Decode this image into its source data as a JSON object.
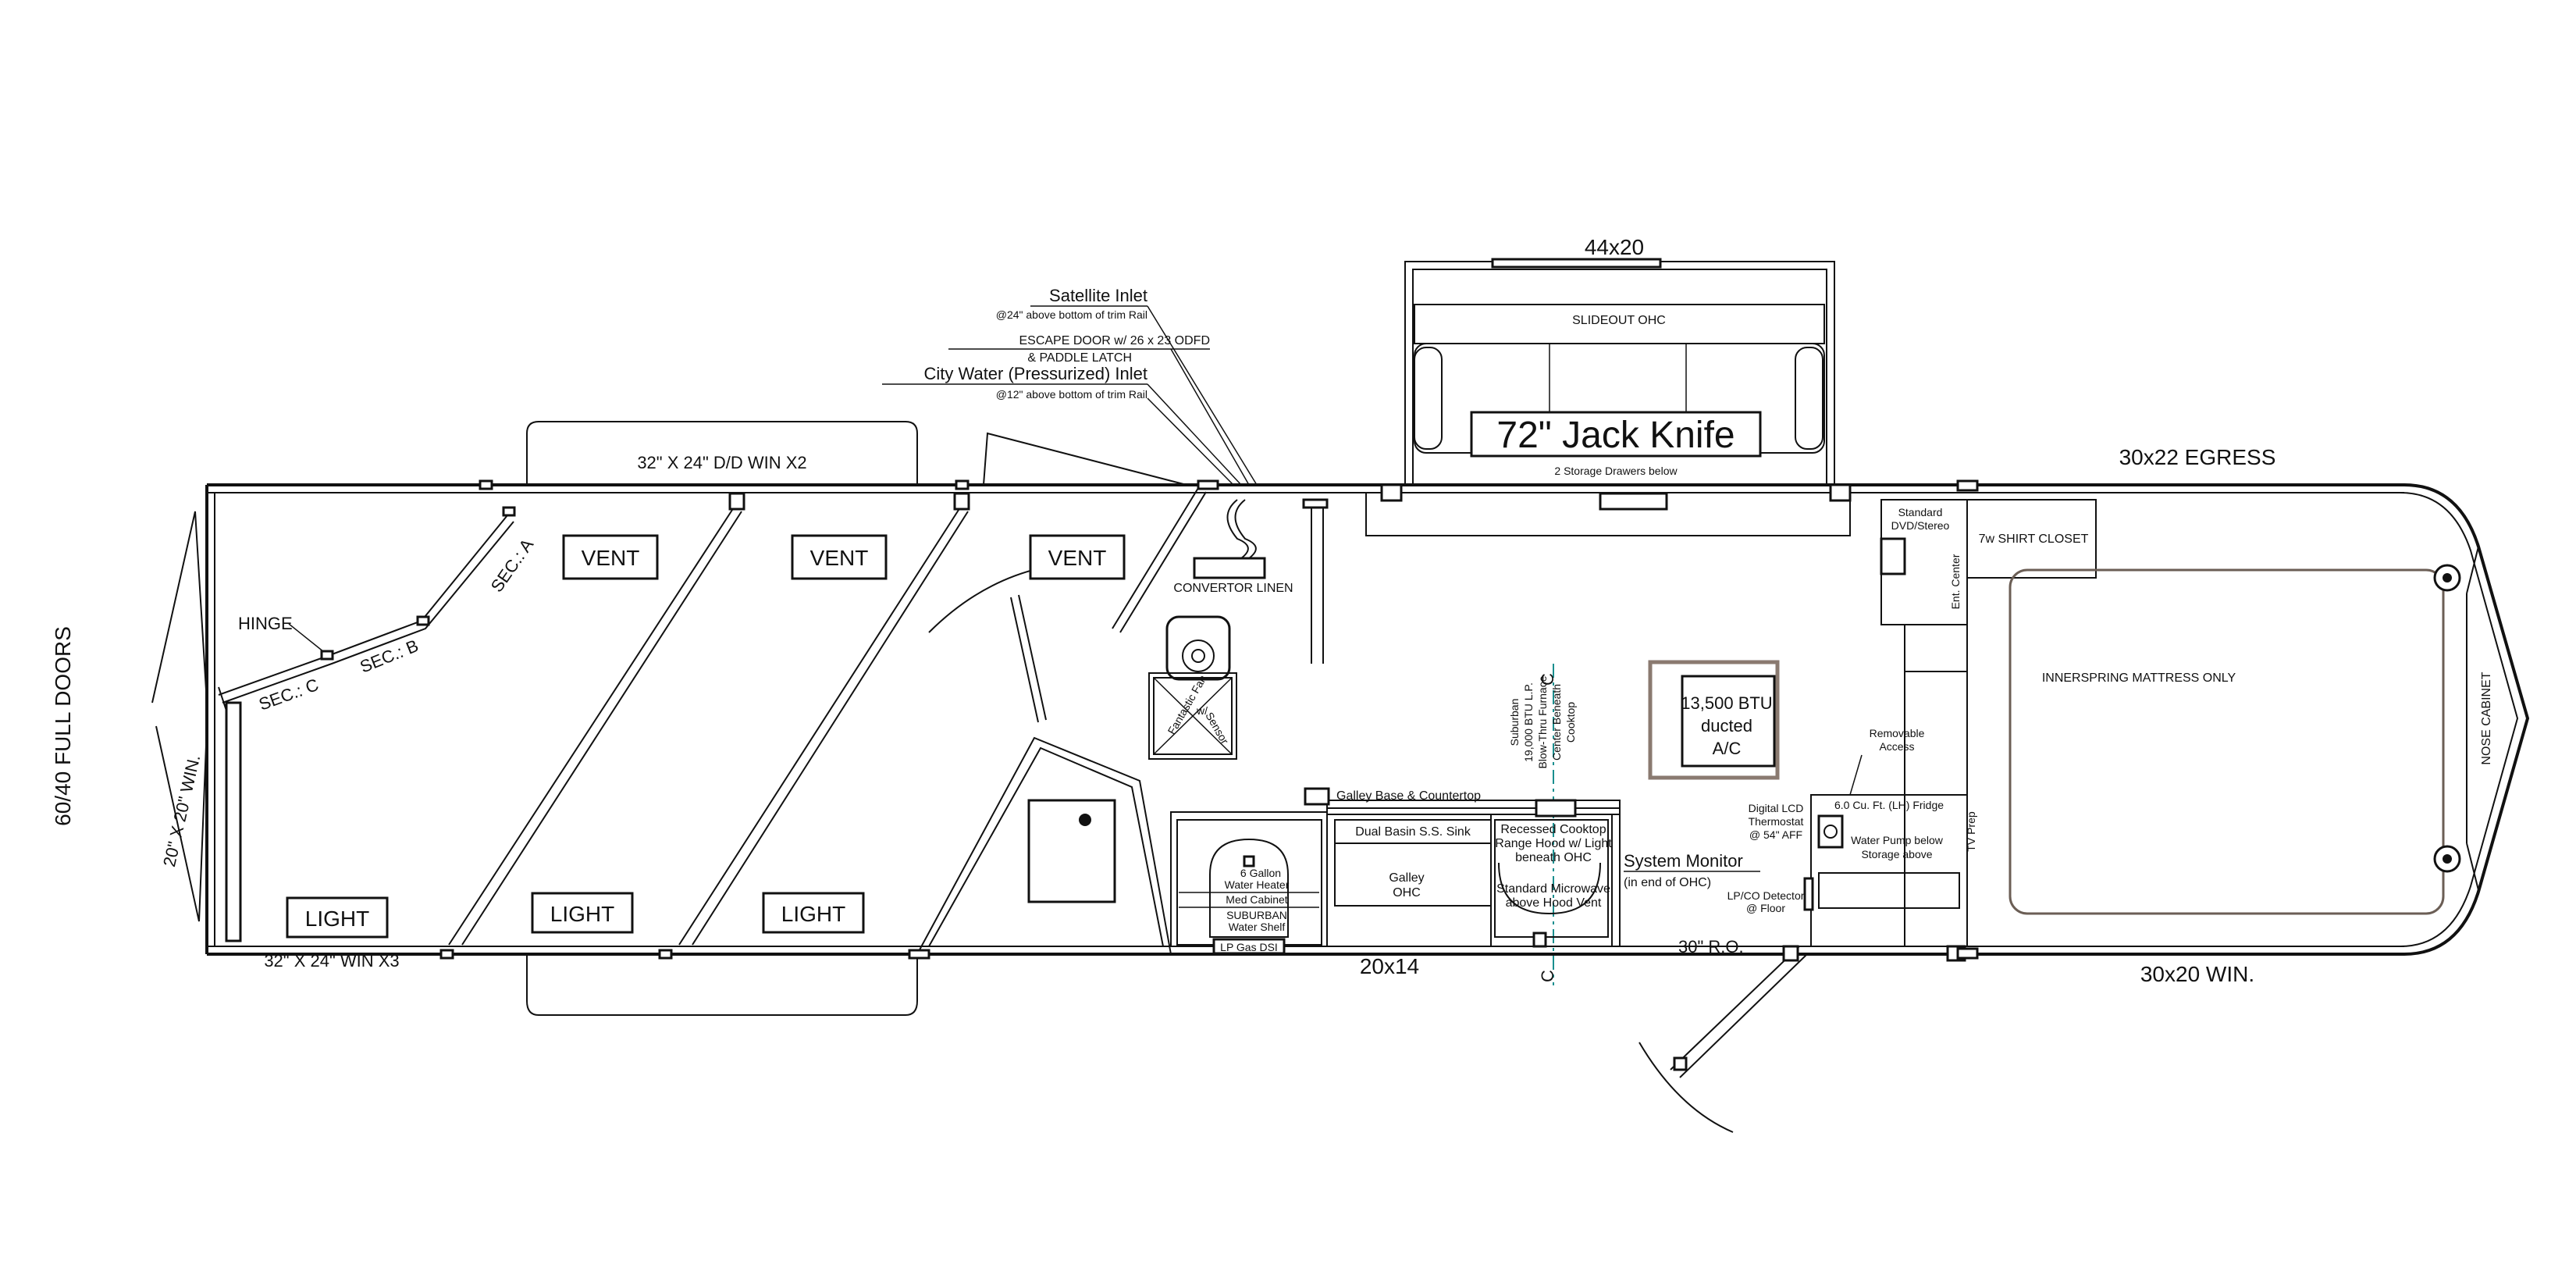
{
  "labels": {
    "full_doors": "60/40 FULL DOORS",
    "rear_win": "20\" X 20\" WIN.",
    "dd_win": "32\" X 24\" D/D WIN X2",
    "win_x3": "32\" X 24\" WIN X3",
    "hinge": "HINGE",
    "sec_a": "SEC.: A",
    "sec_b": "SEC.: B",
    "sec_c": "SEC.: C",
    "vent_1": "VENT",
    "vent_2": "VENT",
    "vent_3": "VENT",
    "light_1": "LIGHT",
    "light_2": "LIGHT",
    "light_3": "LIGHT",
    "satellite": "Satellite Inlet",
    "satellite_note": "@24\" above bottom of trim Rail",
    "escape_1": "ESCAPE DOOR w/ 26 x 23 ODFD",
    "escape_2": "& PADDLE LATCH",
    "city_water": "City Water (Pressurized) Inlet",
    "city_note": "@12\" above bottom of trim Rail",
    "slide_size": "44x20",
    "slideout_ohc": "SLIDEOUT OHC",
    "jack_knife": "72\" Jack Knife",
    "storage": "2 Storage Drawers below",
    "egress": "30x22 EGRESS",
    "convertor": "CONVERTOR LINEN",
    "fan_1": "Fantastic Fan",
    "fan_2": "w/",
    "fan_3": "Sensor",
    "dvd_1": "Standard",
    "dvd_2": "DVD/Stereo",
    "ent_center": "Ent. Center",
    "shirt_closet": "7w SHIRT CLOSET",
    "mattress": "INNERSPRING MATTRESS ONLY",
    "nose_cabinet": "NOSE CABINET",
    "ac_1": "13,500 BTU",
    "ac_2": "ducted",
    "ac_3": "A/C",
    "furnace_1": "Suburban",
    "furnace_2": "19,000 BTU L.P.",
    "furnace_3": "Blow-Thru Furnace",
    "furnace_4": "Center Beneath",
    "furnace_5": "Cooktop",
    "removable_1": "Removable",
    "removable_2": "Access",
    "galley_base": "Galley Base & Countertop",
    "sink": "Dual Basin S.S. Sink",
    "galley_ohc_1": "Galley",
    "galley_ohc_2": "OHC",
    "cooktop_1": "Recessed Cooktop",
    "cooktop_2": "Range Hood w/ Light",
    "cooktop_3": "beneath OHC",
    "micro_1": "Standard Microwave",
    "micro_2": "above Hood Vent",
    "heater_1": "6 Gallon",
    "heater_2": "Water Heater",
    "heater_3": "Med Cabinet",
    "heater_4": "SUBURBAN",
    "heater_5": "Water Shelf",
    "lp_gas": "LP Gas DSI",
    "sys_mon": "System Monitor",
    "sys_mon_note": "(in end of OHC)",
    "lcd_1": "Digital LCD",
    "lcd_2": "Thermostat",
    "lcd_3": "@ 54\" AFF",
    "fridge": "6.0 Cu. Ft. (LH) Fridge",
    "pump_1": "Water Pump below",
    "pump_2": "Storage above",
    "tv_prep": "TV Prep",
    "lp_co_1": "LP/CO Detector",
    "lp_co_2": "@ Floor",
    "win_20x14": "20x14",
    "ro_30": "30\" R.O.",
    "win_30x20": "30x20 WIN.",
    "center_mark_top": "C",
    "center_mark_bot": "C"
  }
}
